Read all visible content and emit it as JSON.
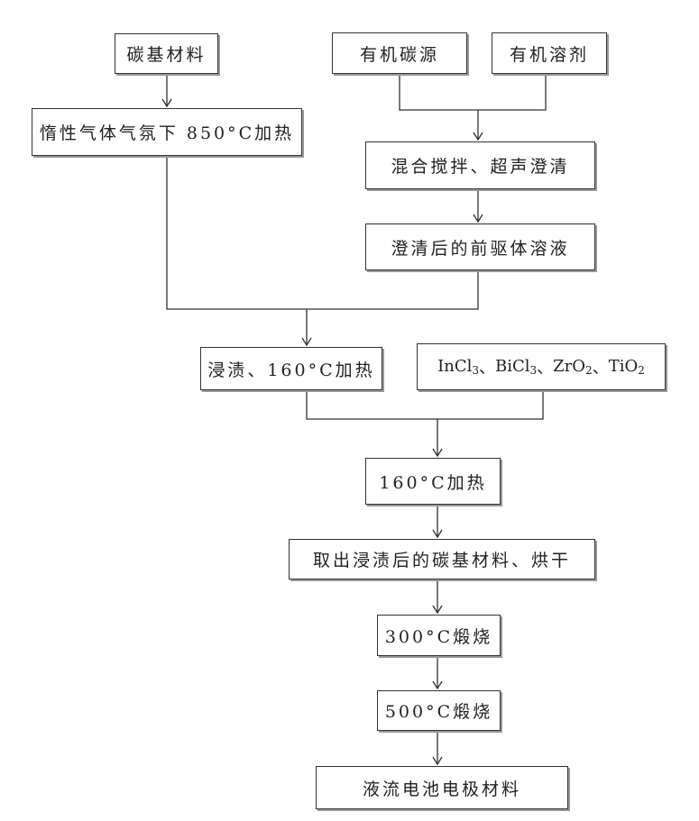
{
  "nodes": {
    "carbon_material": "碳基材料",
    "inert_gas_heat": "惰性气体气氛下 850°C加热",
    "organic_carbon_source": "有机碳源",
    "organic_solvent": "有机溶剂",
    "mix_stir_ultrasonic": "混合搅拌、超声澄清",
    "clarified_precursor": "澄清后的前驱体溶液",
    "impregnate_heat_160": "浸渍、160°C加热",
    "additives": {
      "incl3": "InCl",
      "incl3_sub": "3",
      "sep1": "、",
      "bicl3": "BiCl",
      "bicl3_sub": "3",
      "sep2": "、",
      "zro2": "ZrO",
      "zro2_sub": "2",
      "sep3": "、",
      "tio2": "TiO",
      "tio2_sub": "2"
    },
    "heat_160": "160°C加热",
    "remove_dry": "取出浸渍后的碳基材料、烘干",
    "calcine_300": "300°C煅烧",
    "calcine_500": "500°C煅烧",
    "electrode_material": "液流电池电极材料"
  },
  "colors": {
    "line": "#333333",
    "border": "#333333",
    "shadow": "#999999"
  }
}
